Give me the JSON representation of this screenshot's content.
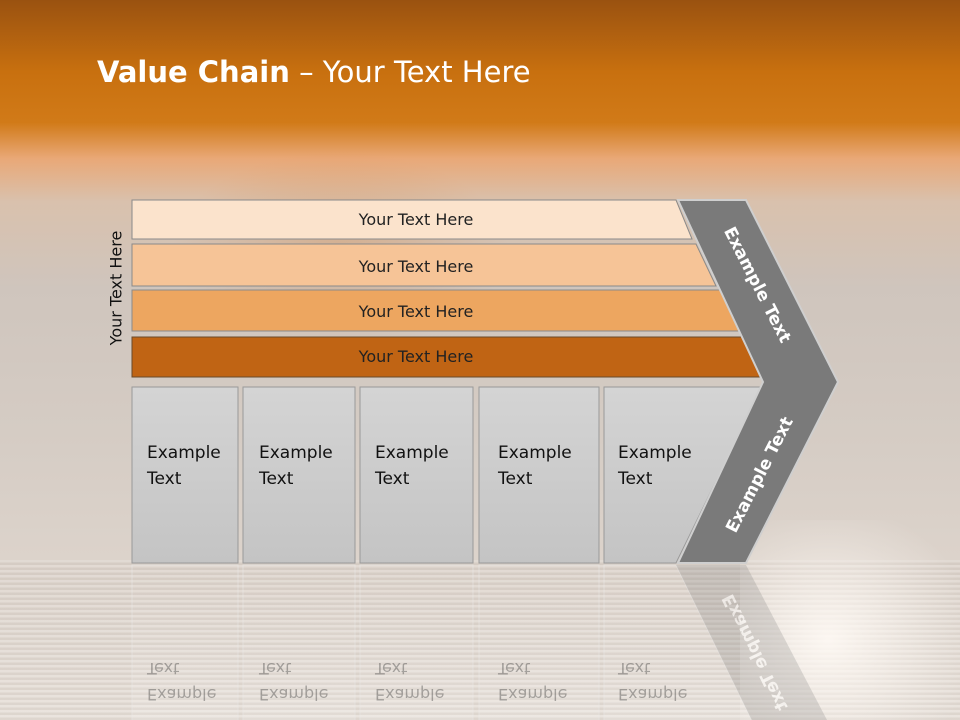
{
  "title": {
    "bold": "Value Chain",
    "rest": " – Your Text Here"
  },
  "side_label": "Your Text Here",
  "bars": [
    {
      "label": "Your Text Here",
      "color": "#fbe3cc"
    },
    {
      "label": "Your Text Here",
      "color": "#f6c497"
    },
    {
      "label": "Your Text Here",
      "color": "#eda660"
    },
    {
      "label": "Your Text Here",
      "color": "#c06414"
    }
  ],
  "columns": [
    {
      "line1": "Example",
      "line2": "Text"
    },
    {
      "line1": "Example",
      "line2": "Text"
    },
    {
      "line1": "Example",
      "line2": "Text"
    },
    {
      "line1": "Example",
      "line2": "Text"
    },
    {
      "line1": "Example",
      "line2": "Text"
    }
  ],
  "chevron": {
    "upper": "Example Text",
    "lower": "Example Text",
    "color": "#7a7a7a"
  }
}
